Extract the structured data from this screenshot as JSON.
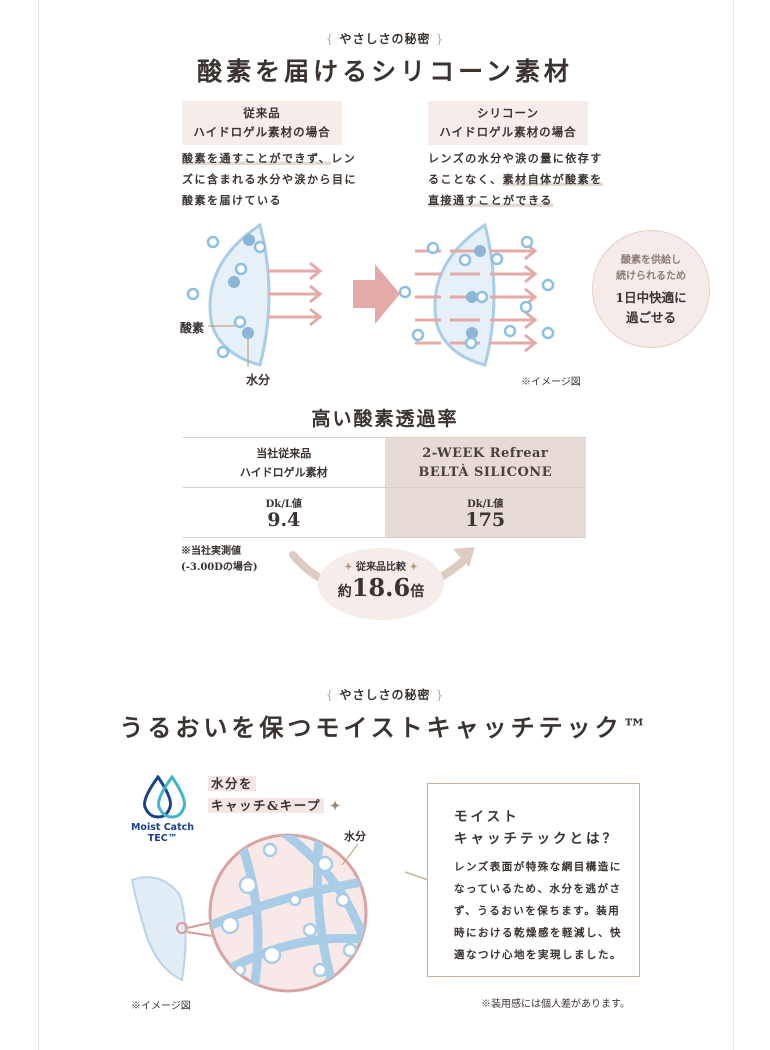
{
  "section1": {
    "kicker": "やさしさの秘密",
    "kicker_open": "{",
    "kicker_close": "}",
    "title": "酸素を届けるシリコーン素材",
    "left": {
      "tag_line1": "従来品",
      "tag_line2": "ハイドロゲル素材の場合",
      "desc_highlight": "酸素を通すことができず、",
      "desc_rest": "レンズに含まれる水分や涙から目に酸素を届けている",
      "label_oxygen": "酸素",
      "label_water": "水分"
    },
    "right": {
      "tag_line1": "シリコーン",
      "tag_line2": "ハイドロゲル素材の場合",
      "desc_plain": "レンズの水分や涙の量に依存することなく、",
      "desc_highlight": "素材自体が酸素を直接通すことができる",
      "image_note": "※イメージ図"
    },
    "bubble": {
      "line1": "酸素を供給し",
      "line2": "続けられるため",
      "line3": "1日中快適に",
      "line4": "過ごせる"
    }
  },
  "oxygen_rate": {
    "title": "高い酸素透過率",
    "col1_line1": "当社従来品",
    "col1_line2": "ハイドロゲル素材",
    "col2_line1": "2-WEEK Refrear",
    "col2_line2": "BELTÀ SILICONE",
    "dk_label": "Dk/L値",
    "col1_value": "9.4",
    "col2_value": "175",
    "note_line1": "※当社実測値",
    "note_line2": "(-3.00Dの場合)",
    "compare_label": "従来品比較",
    "compare_prefix": "約",
    "compare_value": "18.6",
    "compare_suffix": "倍"
  },
  "section2": {
    "kicker": "やさしさの秘密",
    "kicker_open": "{",
    "kicker_close": "}",
    "title": "うるおいを保つモイストキャッチテック™",
    "logo_text_line1": "Moist Catch",
    "logo_text_line2": "TEC™",
    "catch_line1": "水分を",
    "catch_line2": "キャッチ&キープ",
    "label_water": "水分",
    "image_note": "※イメージ図",
    "box_title_line1": "モイスト",
    "box_title_line2": "キャッチテックとは？",
    "box_body": "レンズ表面が特殊な網目構造になっているため、水分を逃がさず、うるおいを保ちます。装用時における乾燥感を軽減し、快適なつけ心地を実現しました。",
    "footnote": "※装用感には個人差があります。"
  },
  "colors": {
    "arrow_pink": "#e3aaa8",
    "lens_blue": "#a9cde6",
    "bubble_bg": "#f5ebe8",
    "table_hl": "#e6dbd6",
    "box_border": "#c8b494",
    "logo_navy": "#1d3f8f",
    "logo_teal": "#3fb6c8"
  }
}
